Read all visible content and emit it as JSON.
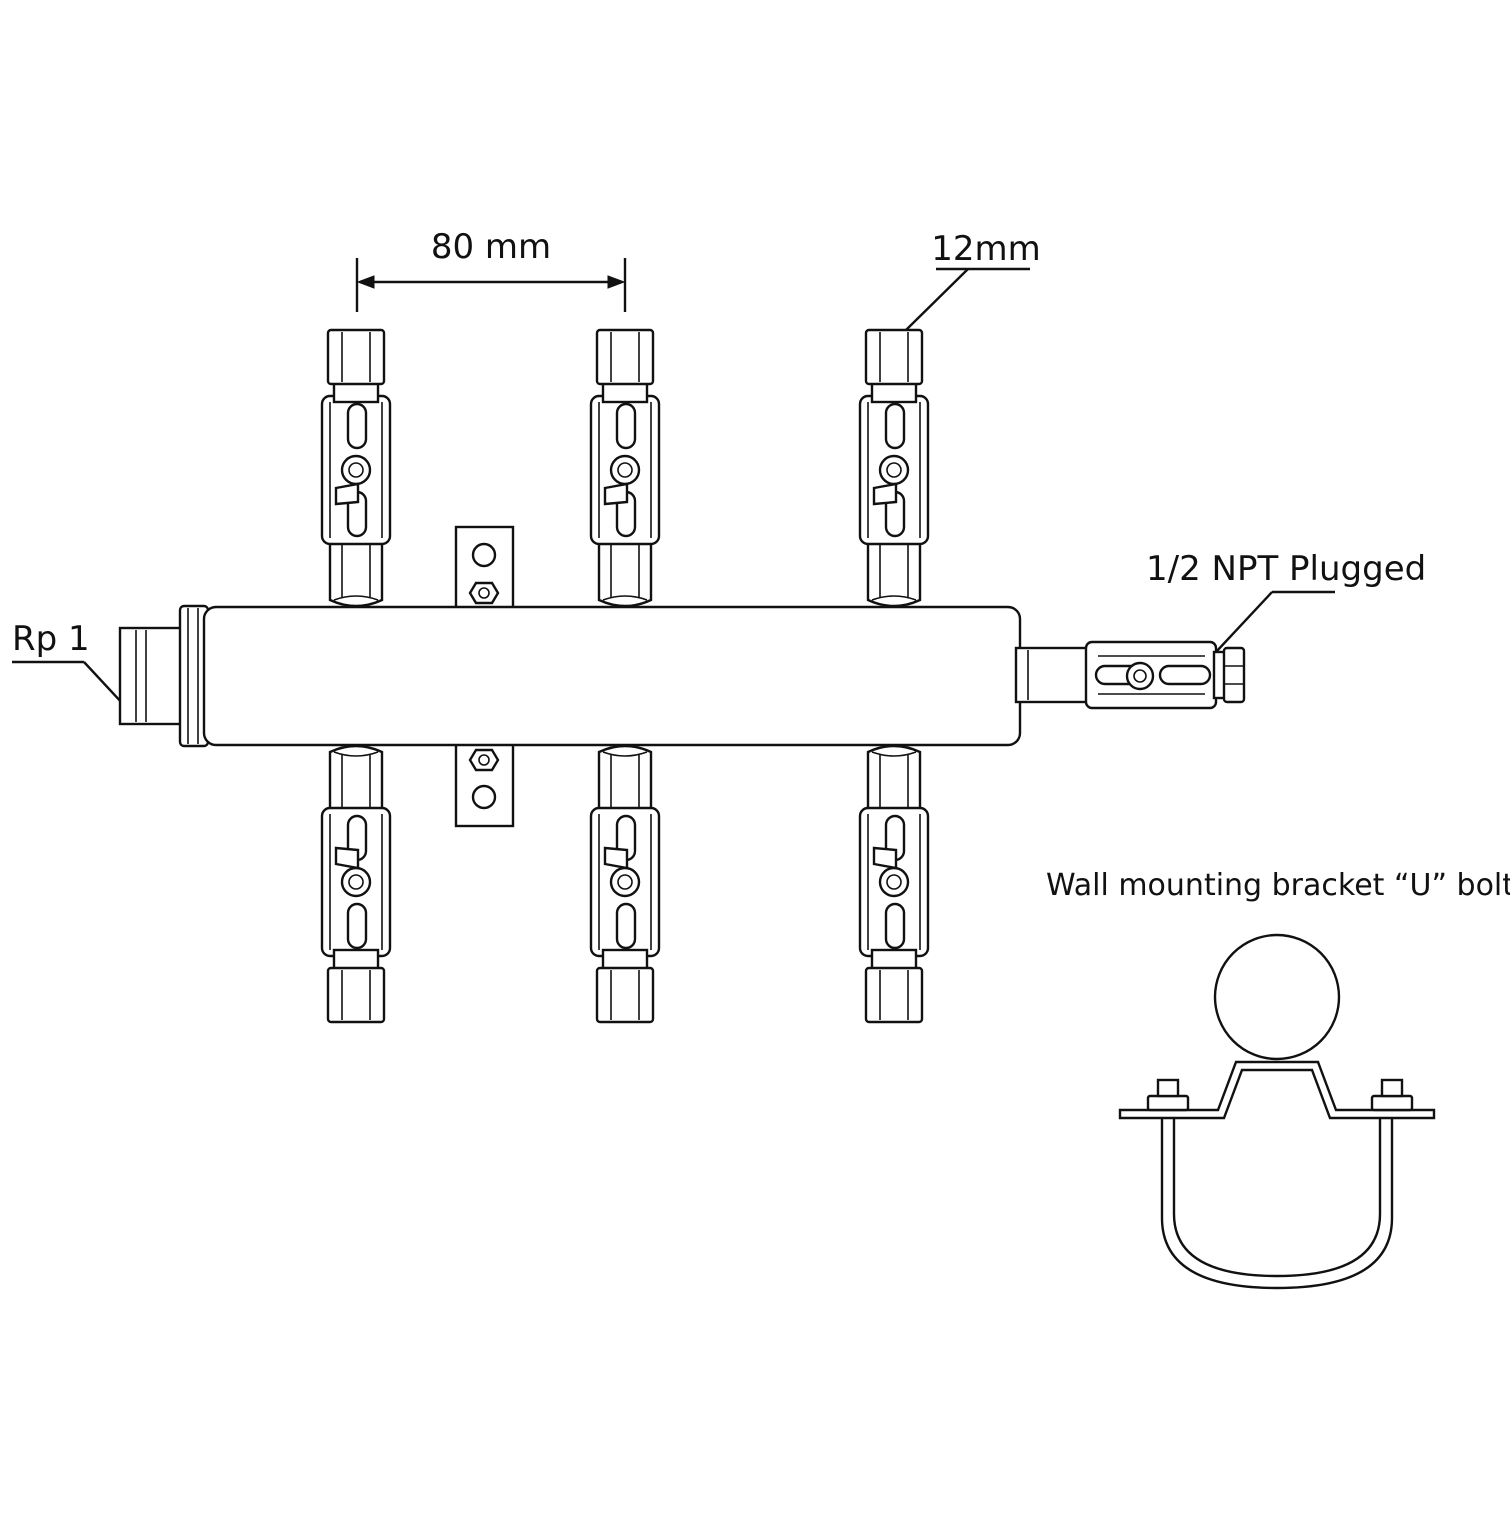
{
  "labels": {
    "spacing": "80 mm",
    "tube_size": "12mm",
    "inlet": "Rp 1",
    "outlet": "1/2 NPT Plugged",
    "bracket": "Wall mounting bracket “U” bolt"
  },
  "colors": {
    "ink": "#111111",
    "paper": "#ffffff"
  }
}
